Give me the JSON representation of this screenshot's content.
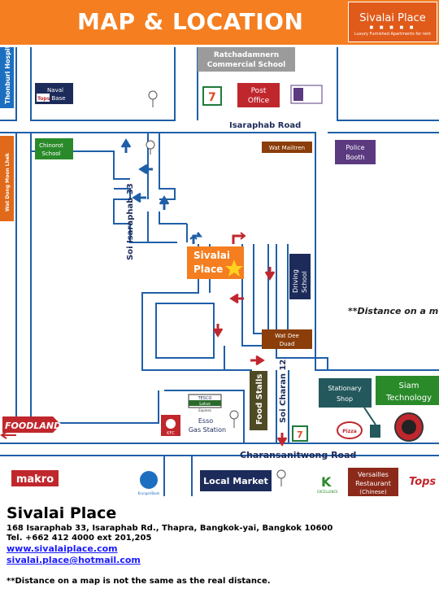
{
  "header": {
    "title": "MAP & LOCATION"
  },
  "logo": {
    "name": "Sivalai Place",
    "dots": "■ ■ ■ ■ ■",
    "tagline": "Luxury Furnished Apartments for rent"
  },
  "map": {
    "roads": {
      "isaraphab": "Isaraphab Road",
      "charansanitwong": "Charansanitwong Road",
      "soi_isaraphab_33": "Soi Isaraphab 33",
      "soi_charan_12": "Soi Charan 12"
    },
    "places": {
      "thonburi_hospital": "Thonburi Hospital",
      "naval_base": [
        "Naval",
        "Base"
      ],
      "tops": "Tops",
      "ratchadamnern": [
        "Ratchadamnern",
        "Commercial School"
      ],
      "post_office": [
        "Post",
        "Office"
      ],
      "chinorot": [
        "Chinorot",
        "School"
      ],
      "wat_dong_moon_lhek": "Wat Dong Moon Lhek",
      "wat_maiitren": "Wat Maiitren",
      "police_booth": [
        "Police",
        "Booth"
      ],
      "sivalai": [
        "Sivalai",
        "Place"
      ],
      "driving_school": [
        "Driving",
        "School"
      ],
      "distance_note_map": "**Distance on a m",
      "wat_dee_duad": [
        "Wat Dee",
        "Duad"
      ],
      "stationary_shop": [
        "Stationary",
        "Shop"
      ],
      "siam_technology": [
        "Siam",
        "Technology"
      ],
      "foodland": "FOODLAND",
      "tesco_lotus": [
        "TESCO",
        "Lotus",
        "Express"
      ],
      "kfc": "KFC",
      "esso": [
        "Esso",
        "Gas Station"
      ],
      "food_stalls": "Food Stalls",
      "pizza": "Pizza",
      "makro": "makro",
      "local_market": "Local Market",
      "versailles": [
        "Versailles",
        "Restaurant",
        "(Chinese)"
      ],
      "excellence": "EXCELLENCE",
      "tops_bottom": "Tops",
      "bank": "KrungsriBank"
    },
    "colors": {
      "road": "#1f5fa8",
      "navy": "#1c2b5a",
      "brown": "#8b3d0a",
      "orange": "#f47e20",
      "grey": "#9b9b9b",
      "purple": "#5b3a80",
      "green": "#2a8a2a",
      "teal": "#23585d",
      "olive": "#4e4a24",
      "red": "#c0272d"
    }
  },
  "footer": {
    "name": "Sivalai Place",
    "address": "168 Isaraphab 33, Isaraphab Rd., Thapra, Bangkok-yai, Bangkok 10600",
    "tel": "Tel. +662 412 4000 ext 201,205",
    "website": "www.sivalaiplace.com",
    "email": "sivalai.place@hotmail.com",
    "note": "**Distance on a map is not the same as the real distance."
  }
}
